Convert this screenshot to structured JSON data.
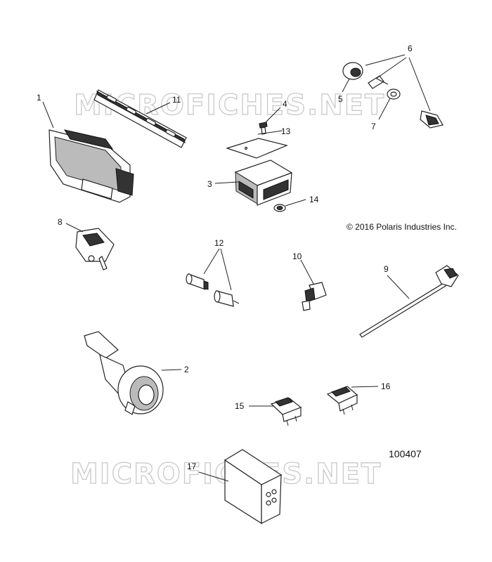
{
  "watermarks": [
    "MICROFICHES.NET",
    "MICROFICHES.NET"
  ],
  "copyright": "© 2016 Polaris Industries Inc.",
  "diagram_number": "100407",
  "callouts": [
    {
      "id": 1,
      "label": "1"
    },
    {
      "id": 2,
      "label": "2"
    },
    {
      "id": 3,
      "label": "3"
    },
    {
      "id": 4,
      "label": "4"
    },
    {
      "id": 5,
      "label": "5"
    },
    {
      "id": 6,
      "label": "6"
    },
    {
      "id": 7,
      "label": "7"
    },
    {
      "id": 8,
      "label": "8"
    },
    {
      "id": 9,
      "label": "9"
    },
    {
      "id": 10,
      "label": "10"
    },
    {
      "id": 11,
      "label": "11"
    },
    {
      "id": 12,
      "label": "12"
    },
    {
      "id": 13,
      "label": "13"
    },
    {
      "id": 14,
      "label": "14"
    },
    {
      "id": 15,
      "label": "15"
    },
    {
      "id": 16,
      "label": "16"
    },
    {
      "id": 17,
      "label": "17"
    }
  ]
}
